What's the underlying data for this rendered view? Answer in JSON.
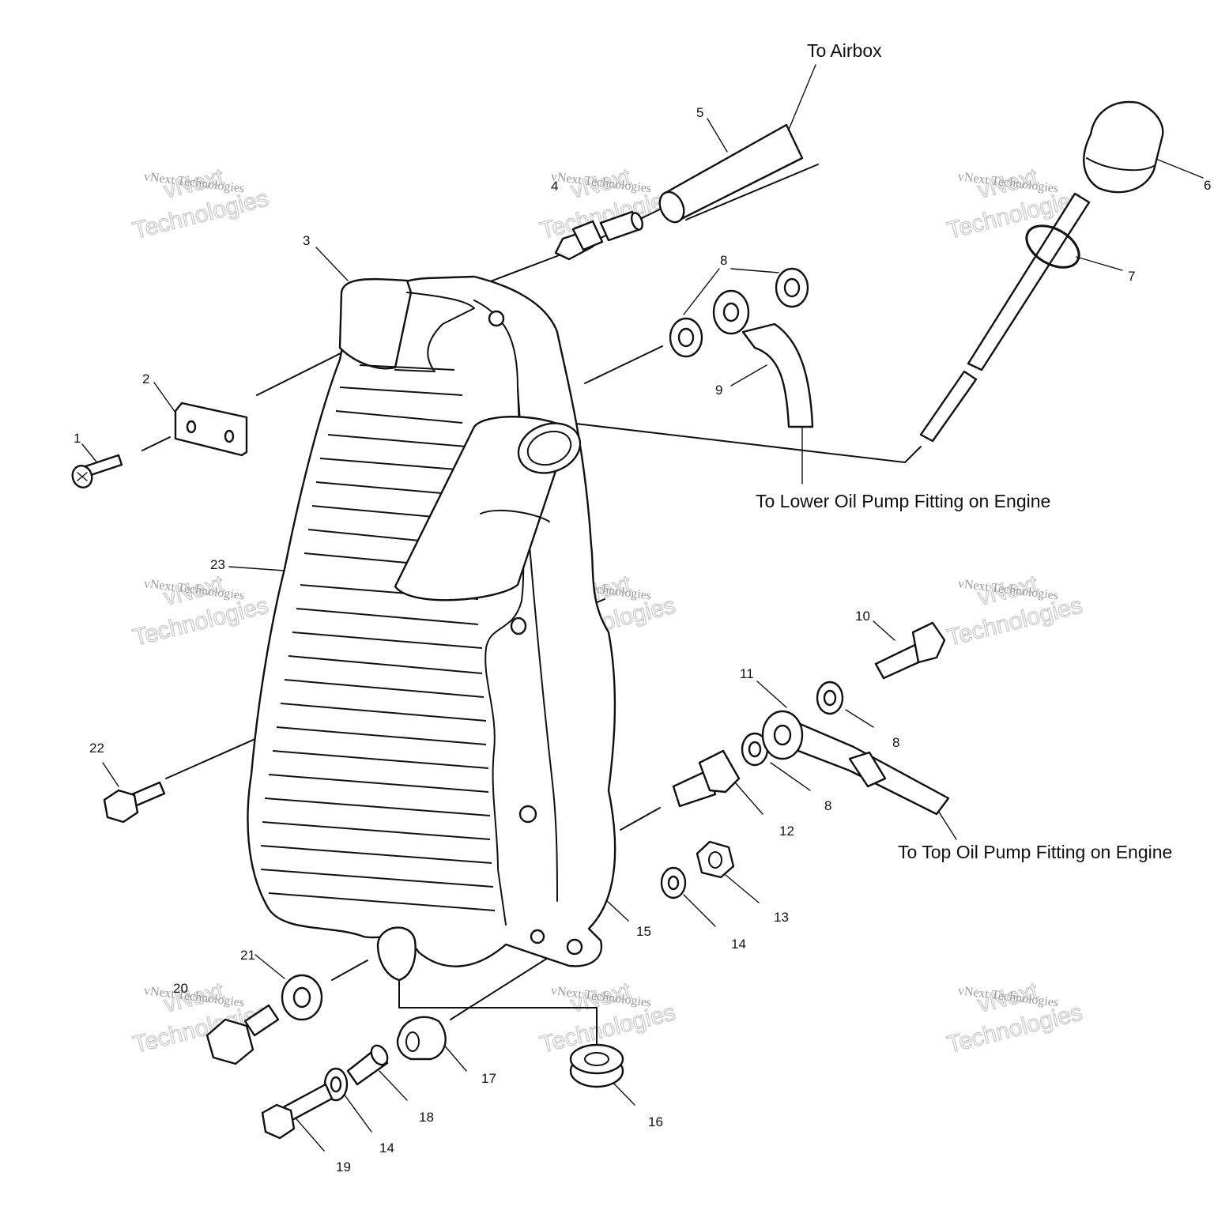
{
  "part_numbers": {
    "p1": "1",
    "p2": "2",
    "p3": "3",
    "p4": "4",
    "p5": "5",
    "p6": "6",
    "p7": "7",
    "p8a": "8",
    "p8b": "8",
    "p8c": "8",
    "p9": "9",
    "p10": "10",
    "p11": "11",
    "p12": "12",
    "p13": "13",
    "p14a": "14",
    "p14b": "14",
    "p15": "15",
    "p16": "16",
    "p17": "17",
    "p18": "18",
    "p19": "19",
    "p20": "20",
    "p21": "21",
    "p22": "22",
    "p23": "23"
  },
  "callouts": {
    "airbox": "To Airbox",
    "lower_pump": "To Lower Oil Pump Fitting on Engine",
    "top_pump": "To Top Oil Pump Fitting on Engine"
  },
  "watermark": {
    "name": "vNext Technologies",
    "line1": "vNext",
    "line2": "Technologies"
  }
}
